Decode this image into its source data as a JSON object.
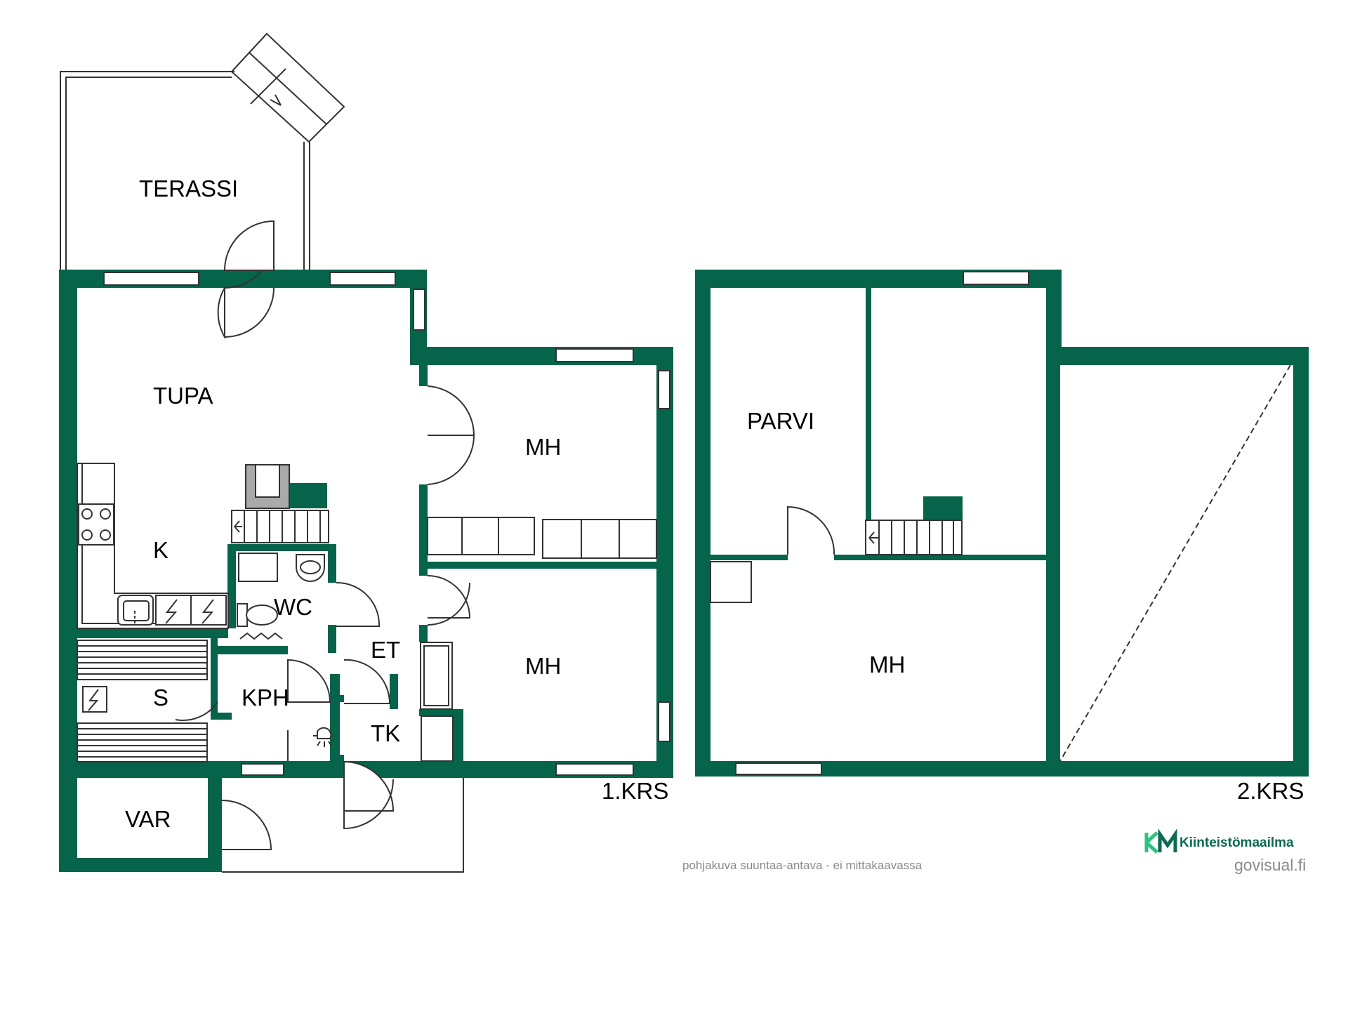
{
  "colors": {
    "wall": "#05644a",
    "line": "#222222",
    "brand_green": "#0b6a4f",
    "brand_light": "#2ec27e",
    "note_gray": "#8a8a8a"
  },
  "rooms_floor1": {
    "terrace": "TERASSI",
    "living": "TUPA",
    "kitchen": "K",
    "bedroom_top": "MH",
    "bedroom_bottom": "MH",
    "wc": "WC",
    "hall": "ET",
    "sauna": "S",
    "bathroom": "KPH",
    "closet": "TK",
    "storage": "VAR"
  },
  "rooms_floor2": {
    "loft": "PARVI",
    "bedroom": "MH"
  },
  "floor_labels": {
    "first": "1.KRS",
    "second": "2.KRS"
  },
  "footer": {
    "disclaimer": "pohjakuva suuntaa-antava - ei mittakaavassa",
    "brand_name": "Kiinteistömaailma",
    "brand_mark": "KM",
    "site": "govisual.fi"
  },
  "icons": [
    "stove-icon",
    "sink-icon",
    "appliance-icon",
    "toilet-icon",
    "washbasin-icon",
    "shower-icon",
    "sauna-heater-icon",
    "stairs-icon",
    "fireplace-icon"
  ]
}
